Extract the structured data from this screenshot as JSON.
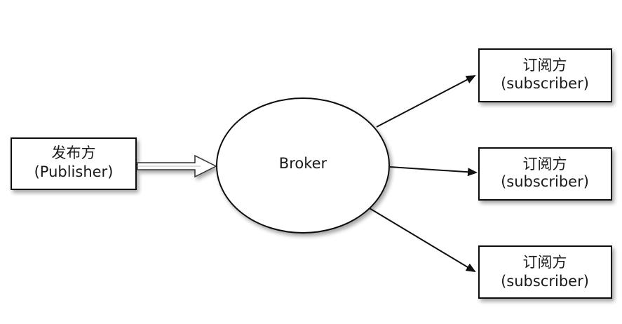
{
  "publisher": {
    "line1": "发布方",
    "line2": "(Publisher)"
  },
  "broker": {
    "label": "Broker"
  },
  "subscribers": [
    {
      "line1": "订阅方",
      "line2": "(subscriber)"
    },
    {
      "line1": "订阅方",
      "line2": "(subscriber)"
    },
    {
      "line1": "订阅方",
      "line2": "(subscriber)"
    }
  ],
  "colors": {
    "stroke": "#111111",
    "shadow": "#c8c8c8",
    "fill": "#ffffff"
  }
}
